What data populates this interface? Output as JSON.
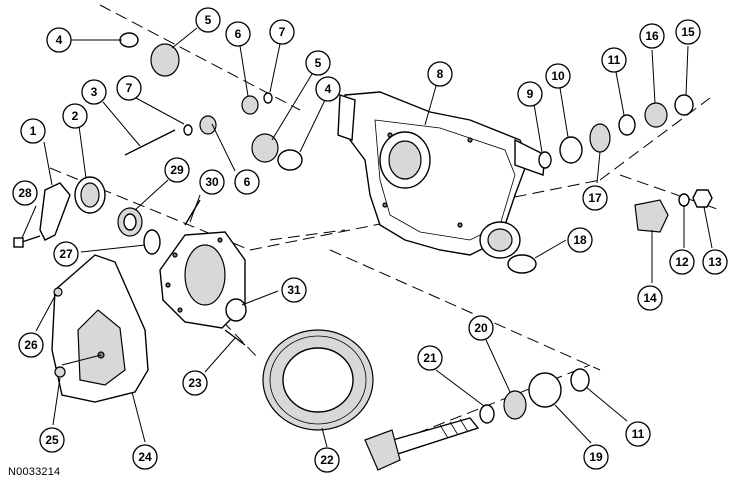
{
  "diagram": {
    "reference_code": "N0033214",
    "callouts": [
      "1",
      "2",
      "3",
      "4",
      "5",
      "6",
      "7",
      "8",
      "9",
      "10",
      "11",
      "12",
      "13",
      "14",
      "15",
      "16",
      "17",
      "18",
      "19",
      "20",
      "21",
      "22",
      "23",
      "24",
      "25",
      "26",
      "27",
      "28",
      "29",
      "30",
      "31"
    ],
    "callout_labels": {
      "c1": "1",
      "c2": "2",
      "c3": "3",
      "c4a": "4",
      "c4b": "4",
      "c5a": "5",
      "c5b": "5",
      "c6a": "6",
      "c6b": "6",
      "c7a": "7",
      "c7b": "7",
      "c8": "8",
      "c9": "9",
      "c10": "10",
      "c11a": "11",
      "c11b": "11",
      "c12": "12",
      "c13": "13",
      "c14": "14",
      "c15": "15",
      "c16": "16",
      "c17": "17",
      "c18": "18",
      "c19": "19",
      "c20": "20",
      "c21": "21",
      "c22": "22",
      "c23": "23",
      "c24": "24",
      "c25": "25",
      "c26": "26",
      "c27": "27",
      "c28": "28",
      "c29": "29",
      "c30": "30",
      "c31": "31"
    }
  }
}
